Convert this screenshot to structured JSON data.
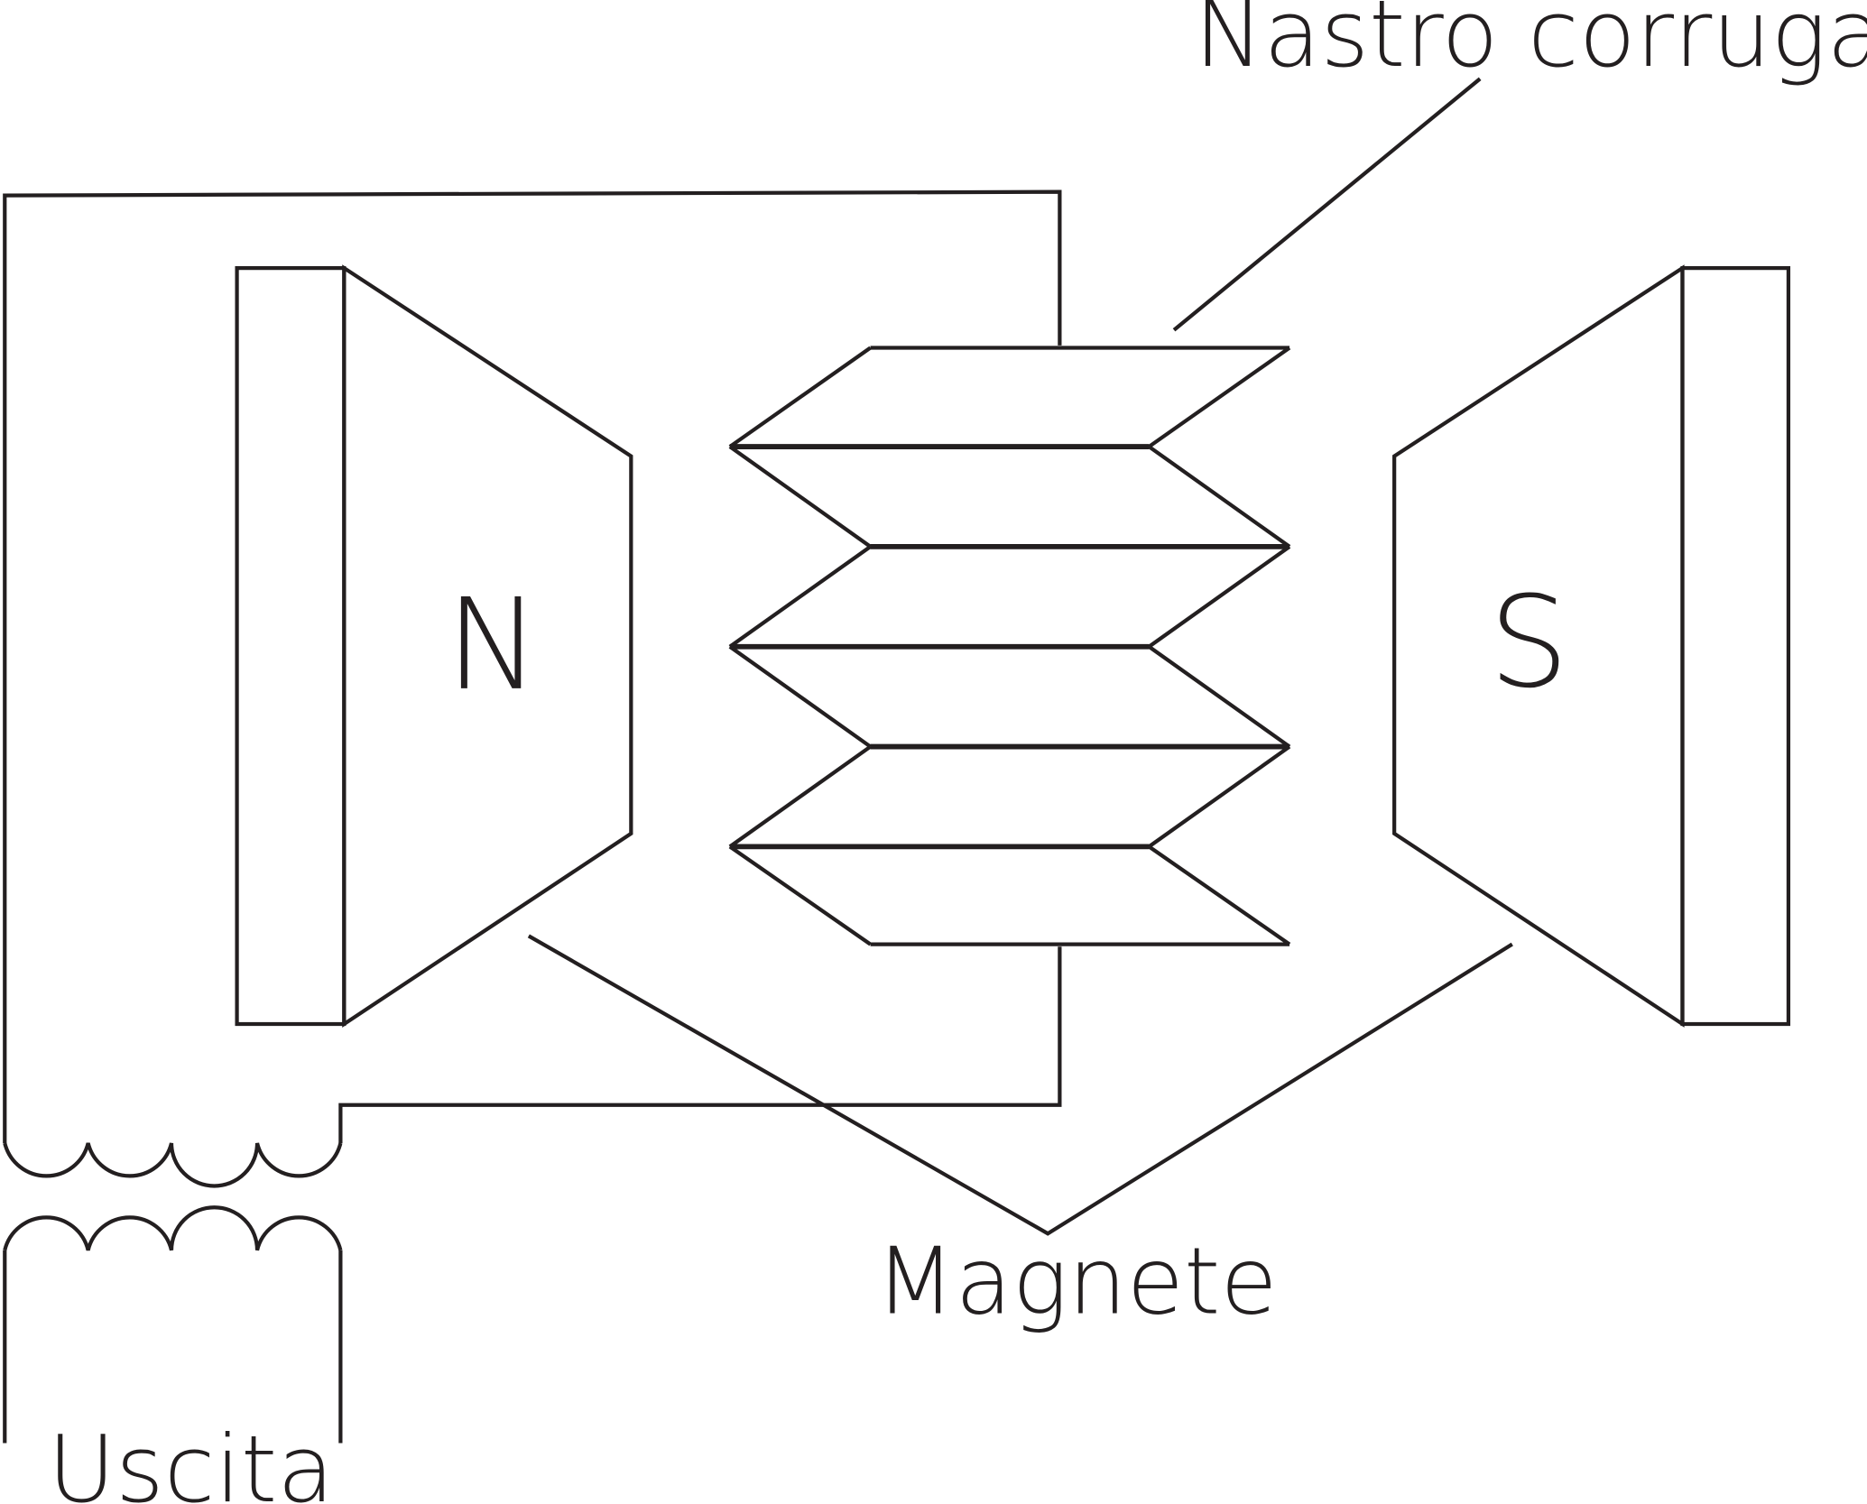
{
  "labels": {
    "ribbon": "Nastro corrugato",
    "north": "N",
    "south": "S",
    "magnet": "Magnete",
    "output": "Uscita"
  },
  "colors": {
    "line": "#231f20",
    "background": "#ffffff"
  }
}
